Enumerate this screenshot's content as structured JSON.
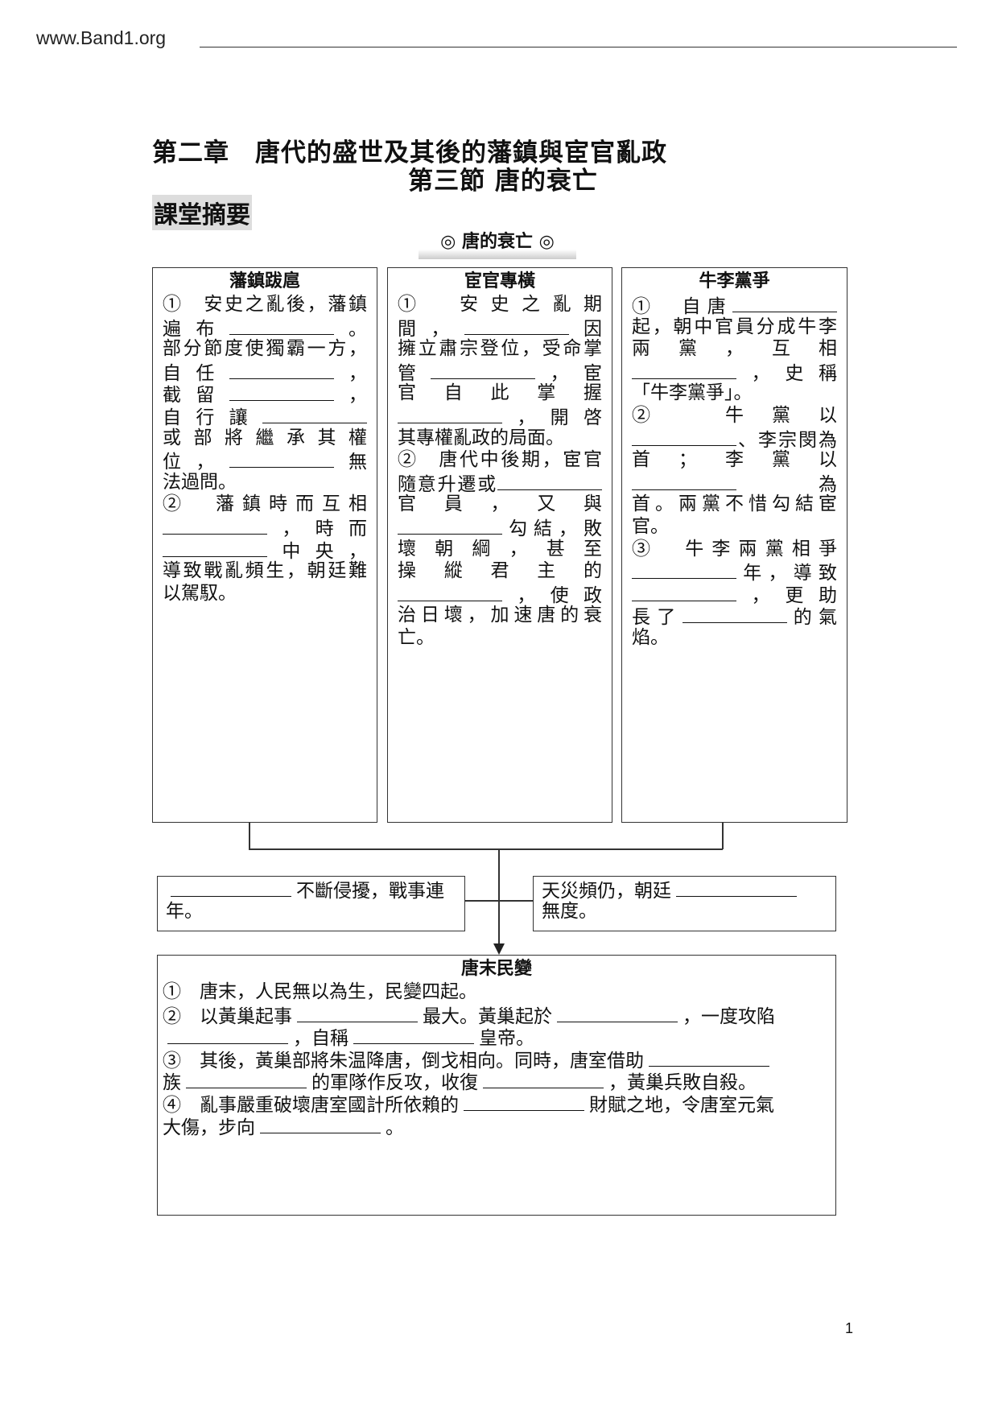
{
  "header": {
    "site": "www.Band1.org"
  },
  "title": {
    "chapter": "第二章　唐代的盛世及其後的藩鎮與宦官亂政",
    "section": "第三節 唐的衰亡"
  },
  "summary_label": "課堂摘要",
  "theme": "◎ 唐的衰亡 ◎",
  "box1": {
    "title": "藩鎮跋扈",
    "paragraphs": [
      [
        [
          "①　安史之亂後，藩鎮"
        ],
        [
          "遍布",
          "_",
          "。"
        ],
        [
          "部分節度使獨霸一方，"
        ],
        [
          "自任",
          "_",
          "，"
        ],
        [
          "截留",
          "_",
          "，"
        ],
        [
          "自行讓",
          "_"
        ],
        [
          "或部將繼承其權"
        ],
        [
          "位，",
          "_",
          "無"
        ],
        [
          "法過問。"
        ]
      ],
      [
        [
          "②　藩鎮時而互相"
        ],
        [
          "_",
          "，時而"
        ],
        [
          "_",
          "中央，"
        ],
        [
          "導致戰亂頻生，朝廷難"
        ],
        [
          "以駕馭。"
        ]
      ]
    ]
  },
  "box2": {
    "title": "宦官專橫",
    "paragraphs": [
      [
        [
          "①　安史之亂期"
        ],
        [
          "間，",
          "_",
          "因"
        ],
        [
          "擁立肅宗登位，受命掌"
        ],
        [
          "管",
          "_",
          "，宦"
        ],
        [
          "官自此掌握"
        ],
        [
          "_",
          "，開啓"
        ],
        [
          "其專權亂政的局面。"
        ]
      ],
      [
        [
          "②　唐代中後期，宦官"
        ],
        [
          "隨意升遷或",
          "_"
        ],
        [
          "官員，又與"
        ],
        [
          "_",
          "勾結，敗"
        ],
        [
          "壞朝綱，甚至"
        ],
        [
          "操縱君主的"
        ],
        [
          "_",
          "，使政"
        ],
        [
          "治日壞，加速唐的衰"
        ],
        [
          "亡。"
        ]
      ]
    ]
  },
  "box3": {
    "title": "牛李黨爭",
    "paragraphs": [
      [
        [
          "①　自唐",
          "_"
        ],
        [
          "起，朝中官員分成牛李"
        ],
        [
          "兩黨，互相"
        ],
        [
          "_",
          "，史稱"
        ],
        [
          "「牛李黨爭」。"
        ]
      ],
      [
        [
          "②　牛黨以"
        ],
        [
          "_",
          "、李宗閔為"
        ],
        [
          "首；李黨以"
        ],
        [
          "_",
          "為"
        ],
        [
          "首。兩黨不惜勾結宦"
        ],
        [
          "官。"
        ]
      ],
      [
        [
          "③　牛李兩黨相爭"
        ],
        [
          "_",
          "年，導致"
        ],
        [
          "_",
          "，更助"
        ],
        [
          "長了",
          "_",
          "的氣"
        ],
        [
          "焰。"
        ]
      ]
    ]
  },
  "small1": {
    "paragraphs": [
      [
        [
          "_",
          "不斷侵擾，戰事連"
        ],
        [
          "年。"
        ]
      ]
    ]
  },
  "small2": {
    "paragraphs": [
      [
        [
          "天災頻仍，朝廷",
          "_"
        ],
        [
          "無度。"
        ]
      ]
    ]
  },
  "bottom": {
    "title": "唐末民變",
    "paragraphs": [
      [
        [
          "①　唐末，人民無以為生，民變四起。"
        ]
      ],
      [
        [
          "②　以黃巢起事",
          "_",
          "最大。黃巢起於",
          "_",
          "，一度攻陷"
        ],
        [
          "_",
          "，自稱",
          "_",
          "皇帝。"
        ]
      ],
      [
        [
          "③　其後，黃巢部將朱温降唐，倒戈相向。同時，唐室借助",
          "_"
        ],
        [
          "族",
          "_",
          "的軍隊作反攻，收復",
          "_",
          "，黃巢兵敗自殺。"
        ]
      ],
      [
        [
          "④　亂事嚴重破壞唐室國計所依賴的",
          "_",
          "財賦之地，令唐室元氣"
        ],
        [
          "大傷，步向",
          "_",
          "。"
        ]
      ]
    ]
  },
  "page_number": "1"
}
